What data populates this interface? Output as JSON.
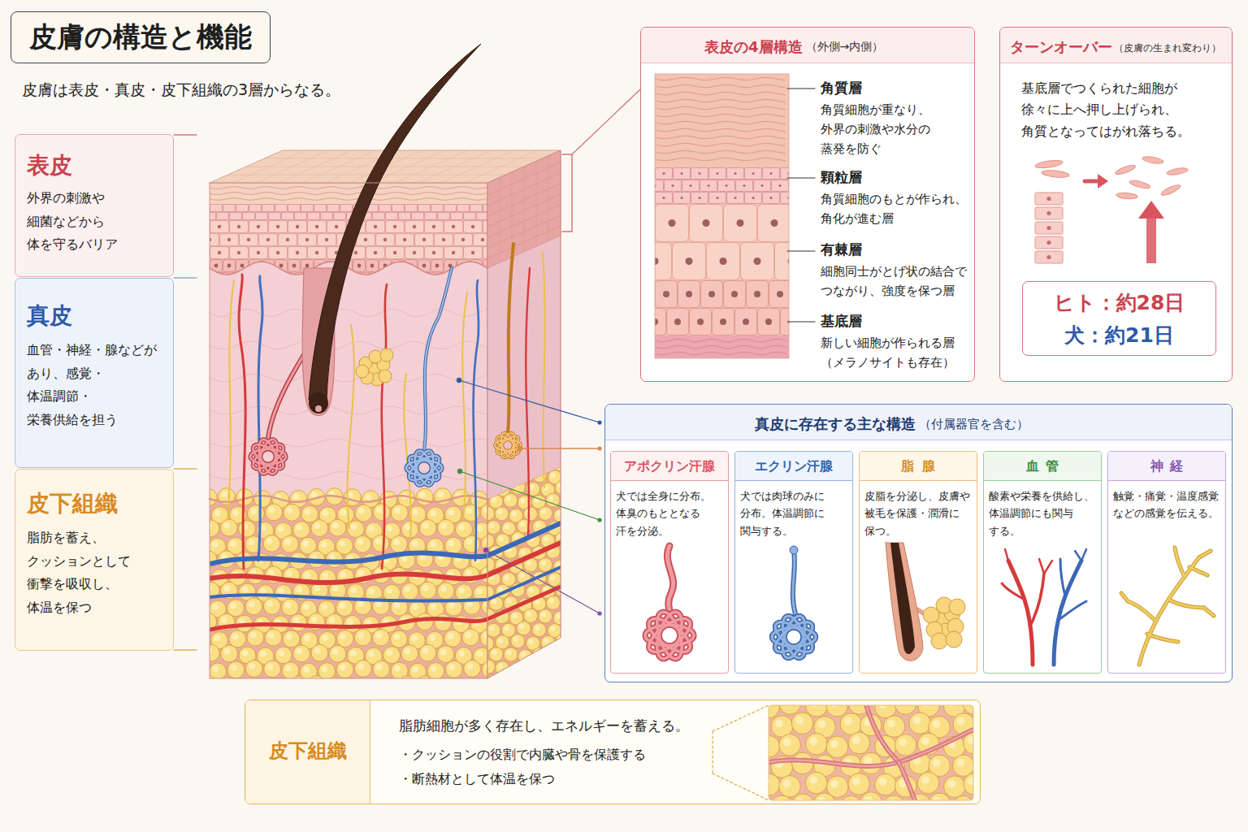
{
  "diagram": {
    "title": "皮膚の構造と機能",
    "nodes": [
      {
        "text": [
          "表皮",
          "外界の刺激や 細菌などから 体を守るバリア"
        ]
      },
      {
        "text": [
          "真皮",
          "血管・神経・腺などが あり、感覚・体温調節・ 栄養供給を担う"
        ]
      },
      {
        "text": [
          "皮下組織",
          "脂肪を蓄え、 クッションとして 衝撃を吸収し、 体温を保つ"
        ]
      },
      {
        "text": [
          "表皮の4層構造",
          "（外側→内側）"
        ]
      },
      {
        "text": [
          "ターンオーバー",
          "（皮膚の生まれ変わり）",
          "基底層でつくられた細胞が 徐々に上へ押し上げられ、 角質となってはがれ落ちる。"
        ]
      },
      {
        "text": [
          "ヒト：約28日",
          "犬：約21日"
        ],
        "in": 4
      },
      {
        "text": [
          "真皮に存在する主な構造",
          "（付属器官を含む）"
        ]
      },
      {
        "text": [
          "アポクリン汗腺",
          "犬では全身に分布。 体臭のもととなる 汗を分泌。"
        ],
        "in": 6
      },
      {
        "text": [
          "エクリン汗腺",
          "犬では肉球のみに 分布。体温調節に 関与する。"
        ],
        "in": 6
      },
      {
        "text": [
          "脂腺",
          "皮脂を分泌し、皮膚や 被毛を保護・潤滑に 保つ。"
        ],
        "in": 6
      },
      {
        "text": [
          "血管",
          "酸素や栄養を供給し、 体温調節にも関与 する。"
        ],
        "in": 6
      },
      {
        "text": [
          "神経",
          "触覚・痛覚・温度感覚 などの感覚を伝える。"
        ],
        "in": 6
      },
      {
        "text": [
          "皮下組織",
          "脂肪細胞が多く存在し、エネルギーを蓄える。",
          "・クッションの役割で内臓や骨を保護する",
          "・断熱材として体温を保つ"
        ]
      }
    ],
    "labels": [
      "皮膚は表皮・真皮・皮下組織の3層からなる。",
      "角質層",
      "角質細胞が重なり、 外界の刺激や水分の 蒸発を防ぐ",
      "顆粒層",
      "角質細胞のもとが作られ、 角化が進む層",
      "有棘層",
      "細胞同士がとげ状の結合で つながり、強度を保つ層",
      "基底層",
      "新しい細胞が作られる層 （メラノサイトも存在）"
    ]
  }
}
